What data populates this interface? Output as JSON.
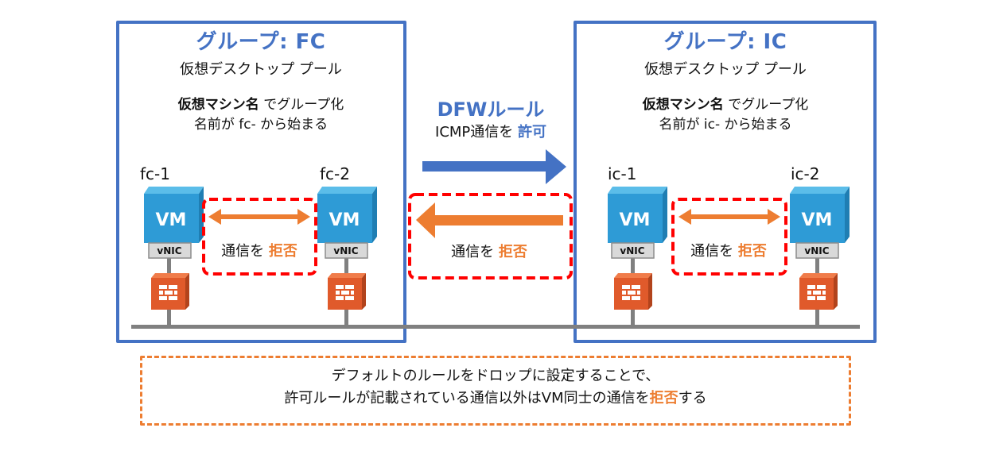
{
  "colors": {
    "group_border": "#4472c4",
    "accent_blue": "#4472c4",
    "accent_orange": "#ed7d31",
    "deny_box": "#ff0000",
    "vm_blue": "#2e9bd6",
    "firewall": "#e05a2b",
    "network_line": "#808080"
  },
  "groups": [
    {
      "title": "グループ: FC",
      "subtitle": "仮想デスクトップ プール",
      "criteria_bold": "仮想マシン名",
      "criteria_rest": " でグループ化",
      "name_rule": "名前が fc- から始まる",
      "vms": [
        {
          "name": "fc-1",
          "badge": "VM",
          "nic": "vNIC",
          "icon": "firewall-icon"
        },
        {
          "name": "fc-2",
          "badge": "VM",
          "nic": "vNIC",
          "icon": "firewall-icon"
        }
      ],
      "intra": {
        "text": "通信を ",
        "emph": "拒否"
      }
    },
    {
      "title": "グループ: IC",
      "subtitle": "仮想デスクトップ プール",
      "criteria_bold": "仮想マシン名",
      "criteria_rest": " でグループ化",
      "name_rule": "名前が ic- から始まる",
      "vms": [
        {
          "name": "ic-1",
          "badge": "VM",
          "nic": "vNIC",
          "icon": "firewall-icon"
        },
        {
          "name": "ic-2",
          "badge": "VM",
          "nic": "vNIC",
          "icon": "firewall-icon"
        }
      ],
      "intra": {
        "text": "通信を ",
        "emph": "拒否"
      }
    }
  ],
  "dfw_rule": {
    "title": "DFWルール",
    "allow_text": "ICMP通信を ",
    "allow_emph": "許可",
    "deny_text": "通信を ",
    "deny_emph": "拒否"
  },
  "note": {
    "line1": "デフォルトのルールをドロップに設定することで、",
    "line2_before": "許可ルールが記載されている通信以外はVM同士の通信を",
    "line2_emph": "拒否",
    "line2_after": "する"
  }
}
